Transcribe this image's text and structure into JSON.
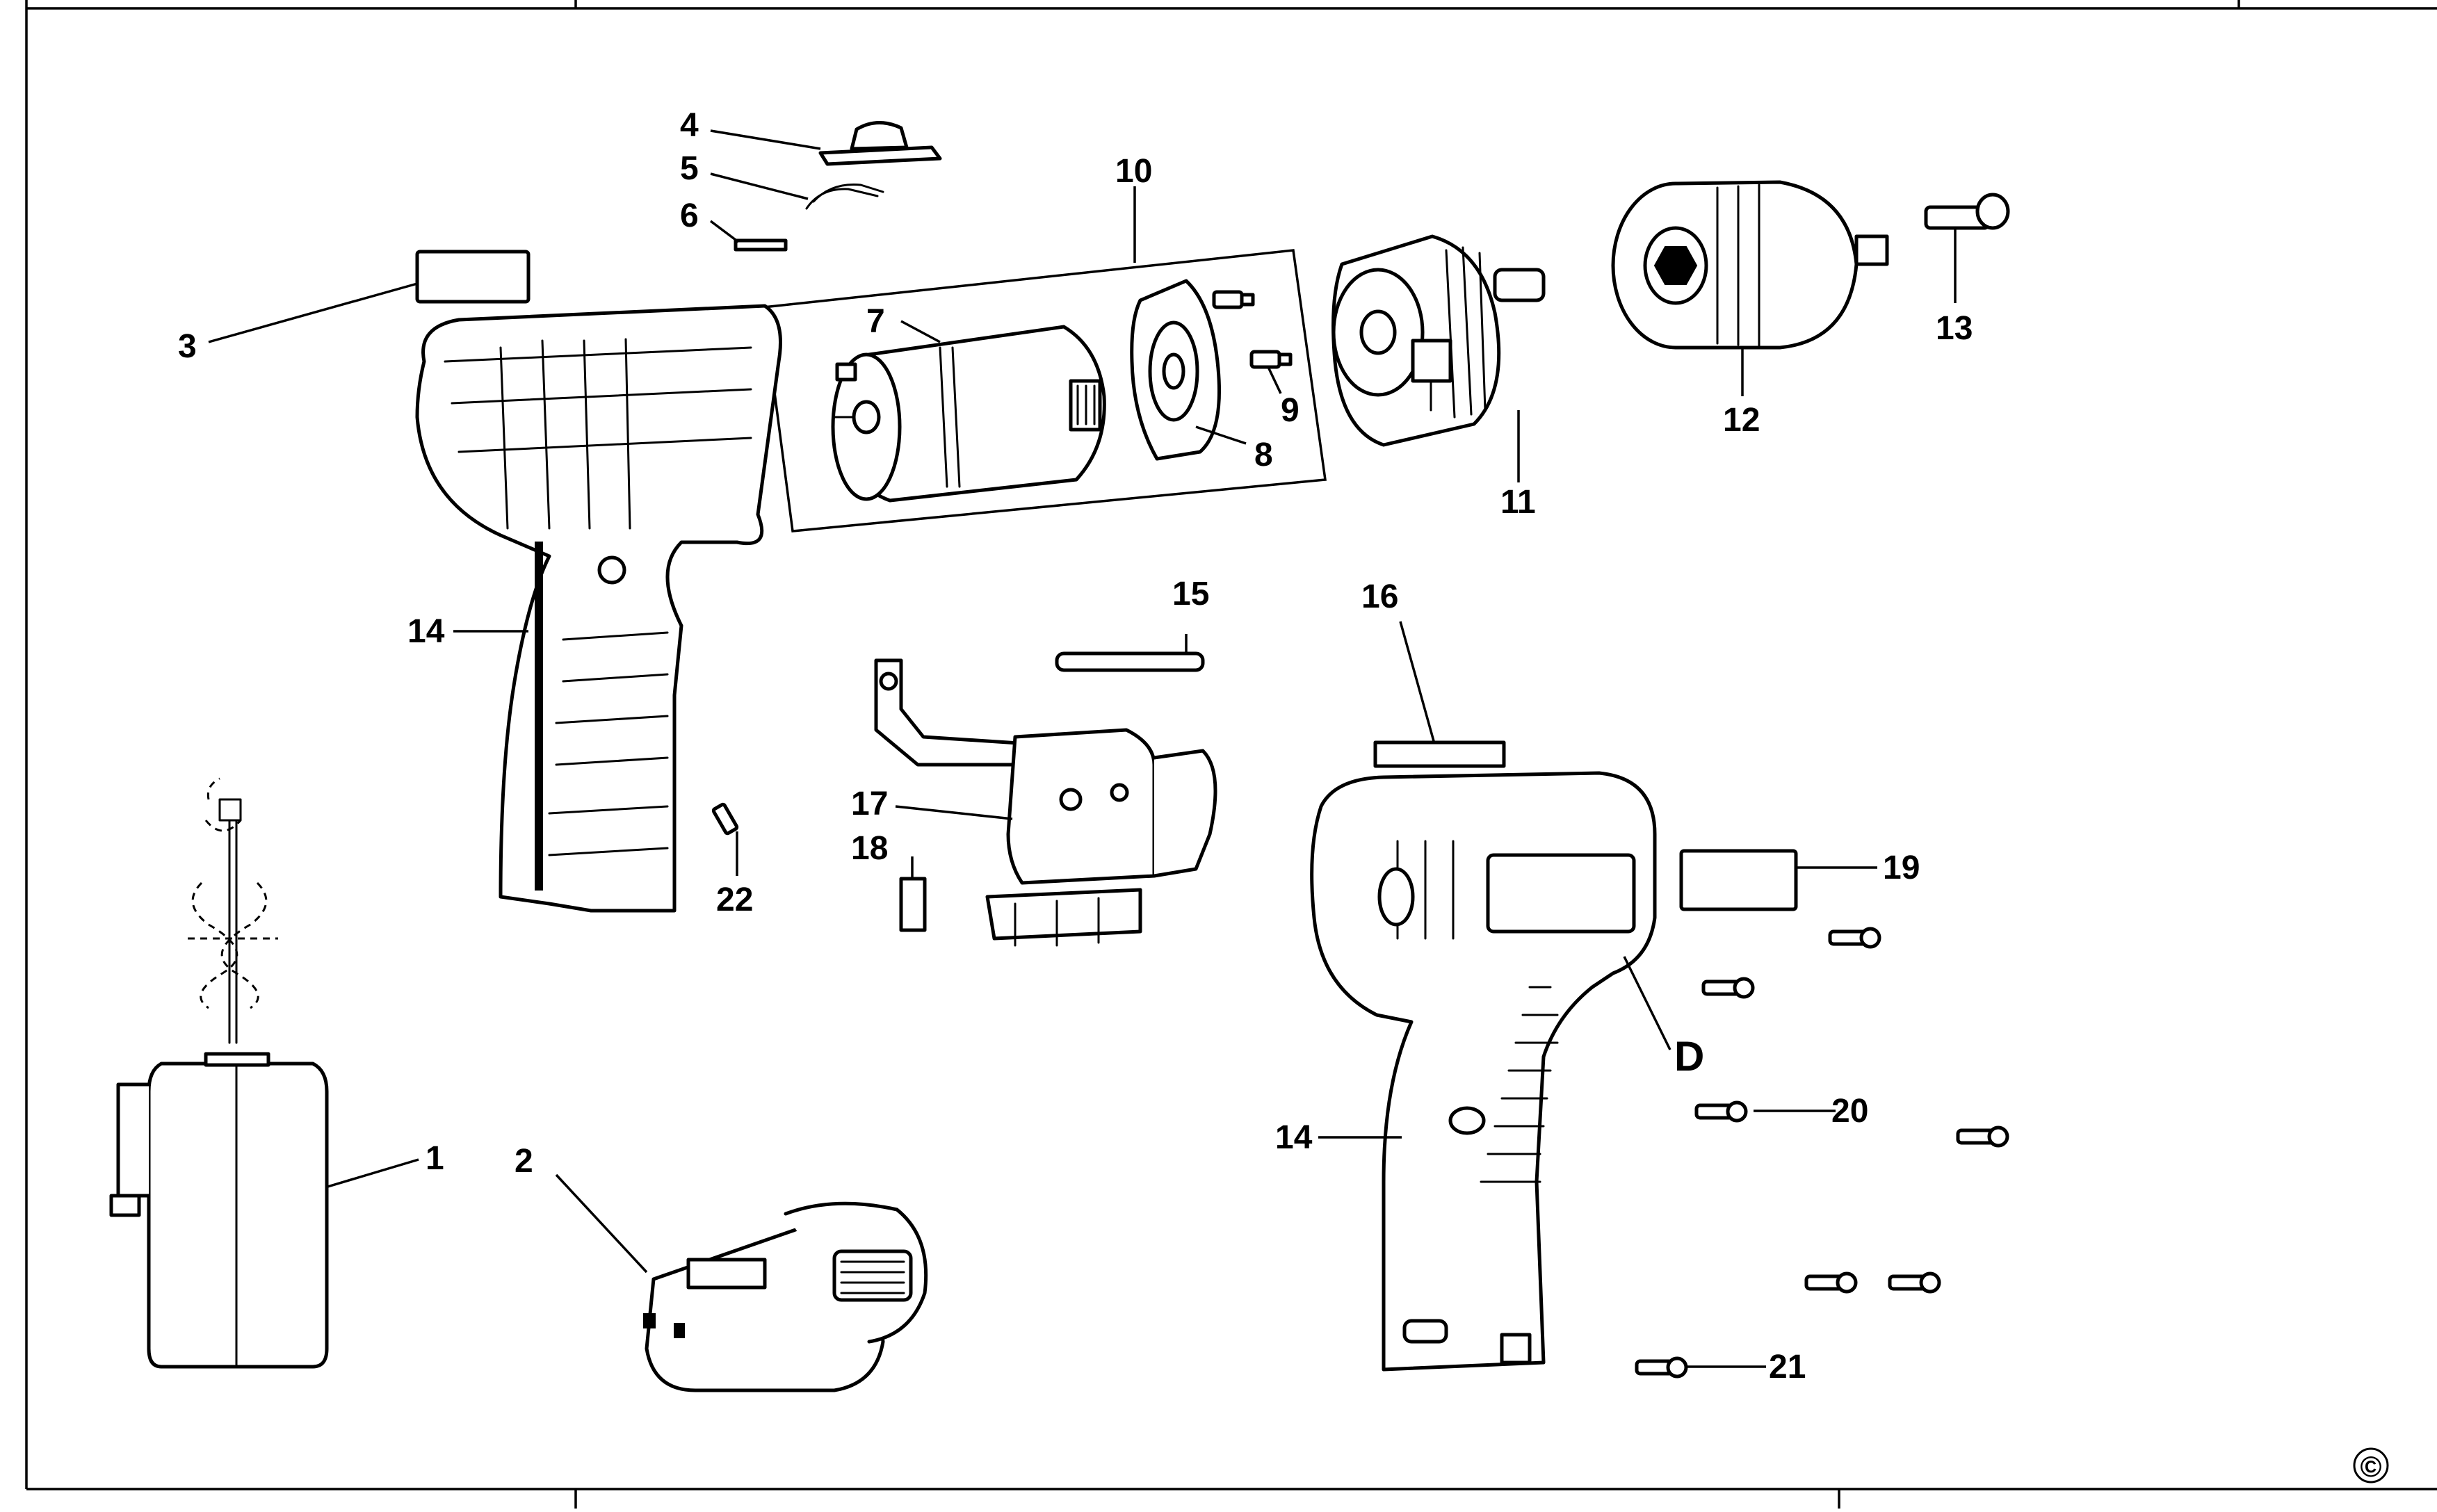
{
  "diagram": {
    "callouts": [
      {
        "id": "c1",
        "label": "1"
      },
      {
        "id": "c2",
        "label": "2"
      },
      {
        "id": "c3",
        "label": "3"
      },
      {
        "id": "c4",
        "label": "4"
      },
      {
        "id": "c5",
        "label": "5"
      },
      {
        "id": "c6",
        "label": "6"
      },
      {
        "id": "c7",
        "label": "7"
      },
      {
        "id": "c8",
        "label": "8"
      },
      {
        "id": "c9",
        "label": "9"
      },
      {
        "id": "c10",
        "label": "10"
      },
      {
        "id": "c11",
        "label": "11"
      },
      {
        "id": "c12",
        "label": "12"
      },
      {
        "id": "c13",
        "label": "13"
      },
      {
        "id": "c14a",
        "label": "14"
      },
      {
        "id": "c14b",
        "label": "14"
      },
      {
        "id": "c15",
        "label": "15"
      },
      {
        "id": "c16",
        "label": "16"
      },
      {
        "id": "c17",
        "label": "17"
      },
      {
        "id": "c18",
        "label": "18"
      },
      {
        "id": "c19",
        "label": "19"
      },
      {
        "id": "c20",
        "label": "20"
      },
      {
        "id": "c21",
        "label": "21"
      },
      {
        "id": "c22",
        "label": "22"
      },
      {
        "id": "cD",
        "label": "D"
      }
    ],
    "copyright_mark": "©"
  }
}
